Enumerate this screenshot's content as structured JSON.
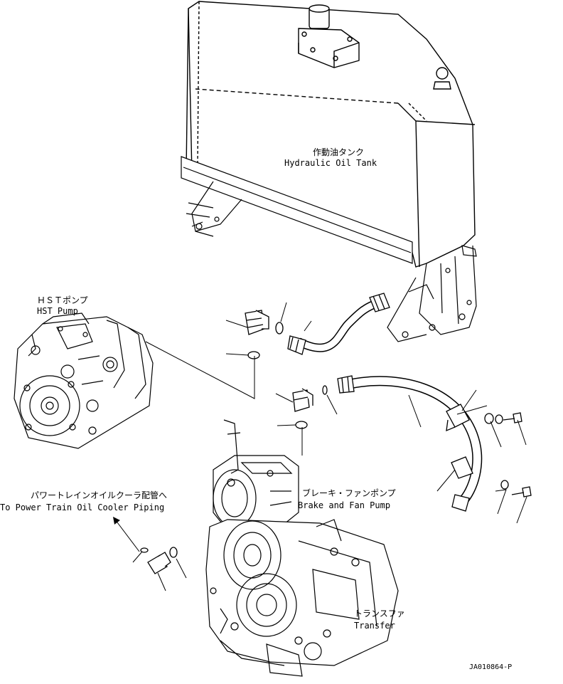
{
  "labels": {
    "hydraulic_tank_jp": "作動油タンク",
    "hydraulic_tank_en": "Hydraulic Oil Tank",
    "hst_pump_jp": "ＨＳＴポンプ",
    "hst_pump_en": "HST Pump",
    "cooler_jp": "パワートレインオイルクーラ配管へ",
    "cooler_en": "To Power Train Oil Cooler Piping",
    "brake_pump_jp": "ブレーキ・ファンポンプ",
    "brake_pump_en": "Brake and Fan Pump",
    "transfer_jp": "トランスファ",
    "transfer_en": "Transfer",
    "drawing_code": "JA010864-P"
  }
}
